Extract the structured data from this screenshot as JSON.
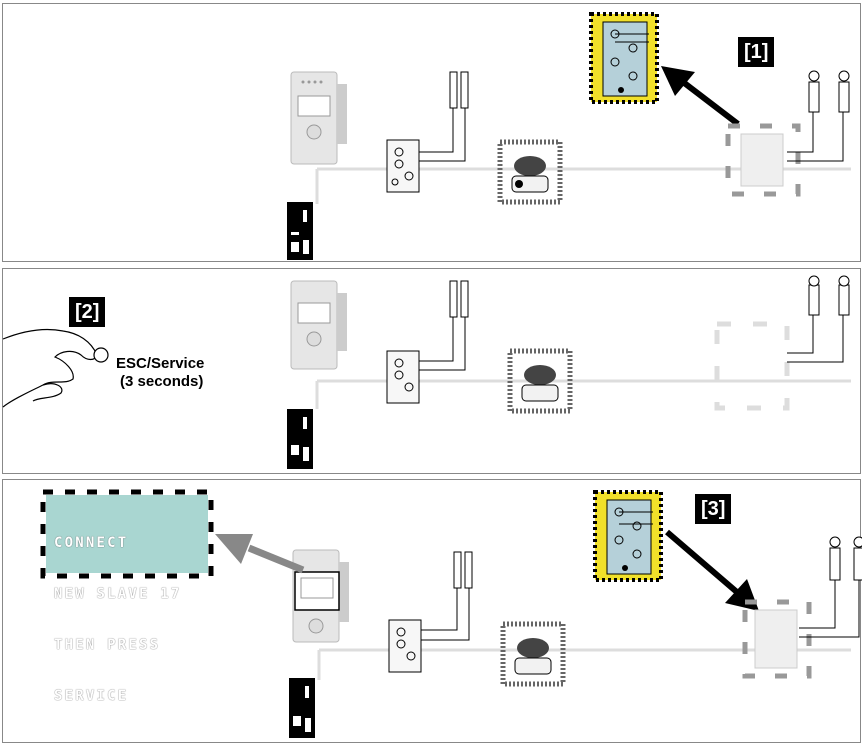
{
  "steps": [
    {
      "number_label": "[1]"
    },
    {
      "number_label": "[2]",
      "action_label": "ESC/Service",
      "duration_label": "(3 seconds)"
    },
    {
      "number_label": "[3]",
      "display_lines": [
        "CONNECT",
        "NEW SLAVE 17",
        "THEN PRESS",
        "SERVICE"
      ]
    }
  ],
  "colors": {
    "highlight": "#f1e02a",
    "hatch": "#000000",
    "faded_module": "#d5d5d5",
    "arrow_black": "#000000",
    "arrow_gray": "#888888",
    "lcd": "#a9d6d1"
  },
  "icons": [
    "gateway-controller-icon",
    "power-supply-icon",
    "io-module-icon",
    "sensor-icon",
    "emergency-stop-icon",
    "hand-icon",
    "replacement-module-icon"
  ]
}
